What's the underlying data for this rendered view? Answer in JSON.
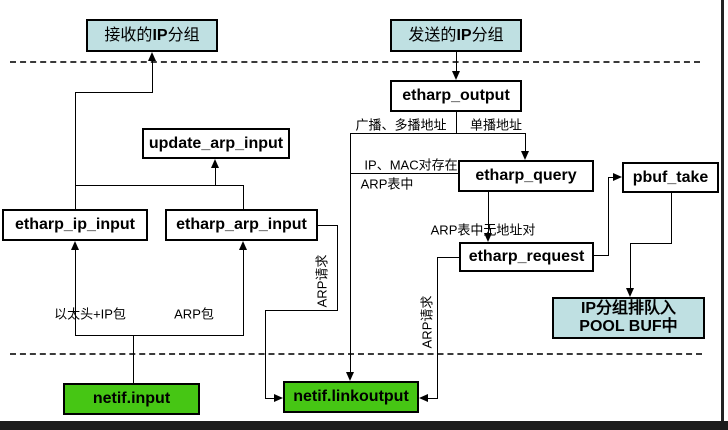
{
  "diagram": {
    "title": "lwIP etharp send/receive flow diagram",
    "nodes": {
      "recv_ip": {
        "pre": "接收的",
        "bold": "IP",
        "post": "分组"
      },
      "send_ip": {
        "pre": "发送的",
        "bold": "IP",
        "post": "分组"
      },
      "etharp_output": {
        "label": "etharp_output"
      },
      "update_arp_input": {
        "label": "update_arp_input"
      },
      "etharp_query": {
        "label": "etharp_query"
      },
      "pbuf_take": {
        "label": "pbuf_take"
      },
      "etharp_ip_input": {
        "label": "etharp_ip_input"
      },
      "etharp_arp_input": {
        "label": "etharp_arp_input"
      },
      "etharp_request": {
        "label": "etharp_request"
      },
      "pool_buf_queue": {
        "line1": "IP分组排队入",
        "line2": "POOL BUF中"
      },
      "netif_input": {
        "label": "netif.input"
      },
      "netif_linkoutput": {
        "label": "netif.linkoutput"
      }
    },
    "edge_labels": {
      "broadcast_multicast": "广播、多播地址",
      "unicast": "单播地址",
      "ip_mac_exists": "IP、MAC对存在",
      "arp_table": "ARP表中",
      "arp_table_no_pair": "ARP表中无地址对",
      "eth_header_ip": "以太头+IP包",
      "arp_packet": "ARP包",
      "arp_request_recv": "ARP请求",
      "arp_request_send": "ARP请求"
    }
  },
  "colors": {
    "teal": "#bfe0e2",
    "green": "#46c614",
    "line": "#000000"
  }
}
